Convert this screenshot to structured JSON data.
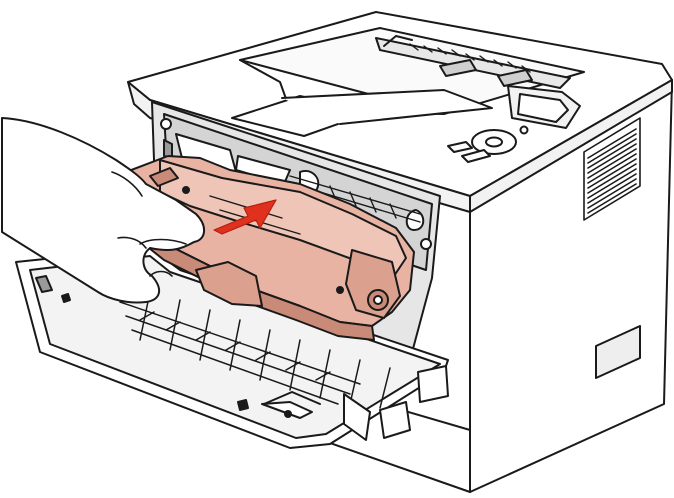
{
  "illustration": {
    "subject": "laser-printer",
    "action": "insert-toner-cartridge",
    "arrow_direction": "inward",
    "colors": {
      "outline": "#1a1a1a",
      "body": "#ffffff",
      "shade": "#d9d9d9",
      "dark_shade": "#9a9a9a",
      "cartridge": "#e8b3a3",
      "cartridge_shade": "#c98a78",
      "arrow": "#e0301e"
    }
  }
}
